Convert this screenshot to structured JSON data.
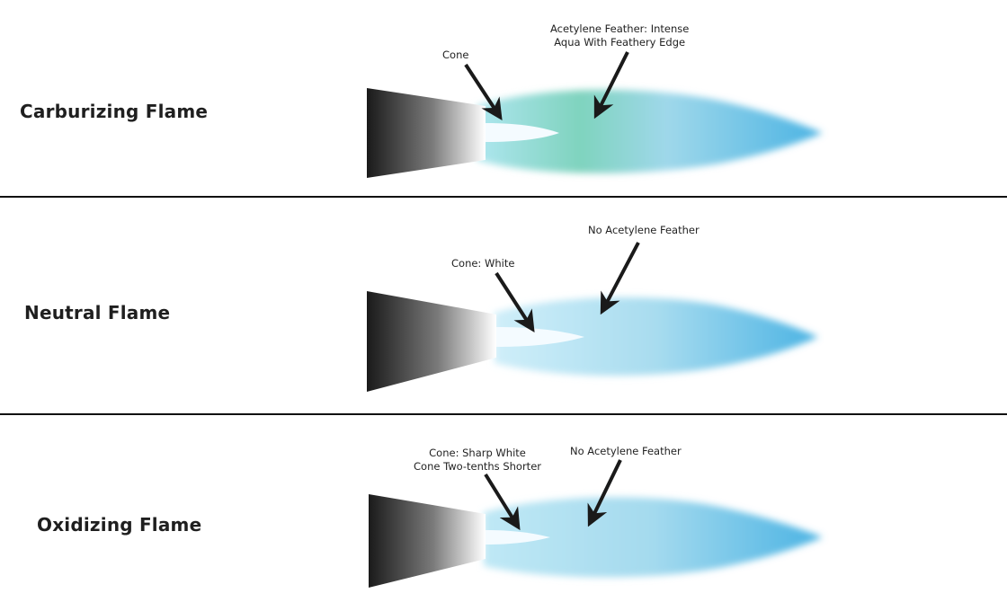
{
  "panels": [
    {
      "title": "Carburizing Flame",
      "callouts": [
        {
          "lines": [
            "Cone"
          ]
        },
        {
          "lines": [
            "Acetylene Feather: Intense",
            "Aqua With Feathery Edge"
          ]
        }
      ]
    },
    {
      "title": "Neutral Flame",
      "callouts": [
        {
          "lines": [
            "Cone: White"
          ]
        },
        {
          "lines": [
            "No Acetylene Feather"
          ]
        }
      ]
    },
    {
      "title": "Oxidizing Flame",
      "callouts": [
        {
          "lines": [
            "Cone:  Sharp White",
            "Cone Two-tenths Shorter"
          ]
        },
        {
          "lines": [
            "No Acetylene Feather"
          ]
        }
      ]
    }
  ],
  "colors": {
    "flame_blue": "#4bb3e3",
    "flame_light": "#cfeef9",
    "feather_aqua": "#7fd3be",
    "cone_white": "#f4fbff",
    "tip_dark": "#1a1a1a",
    "divider": "#111111"
  }
}
